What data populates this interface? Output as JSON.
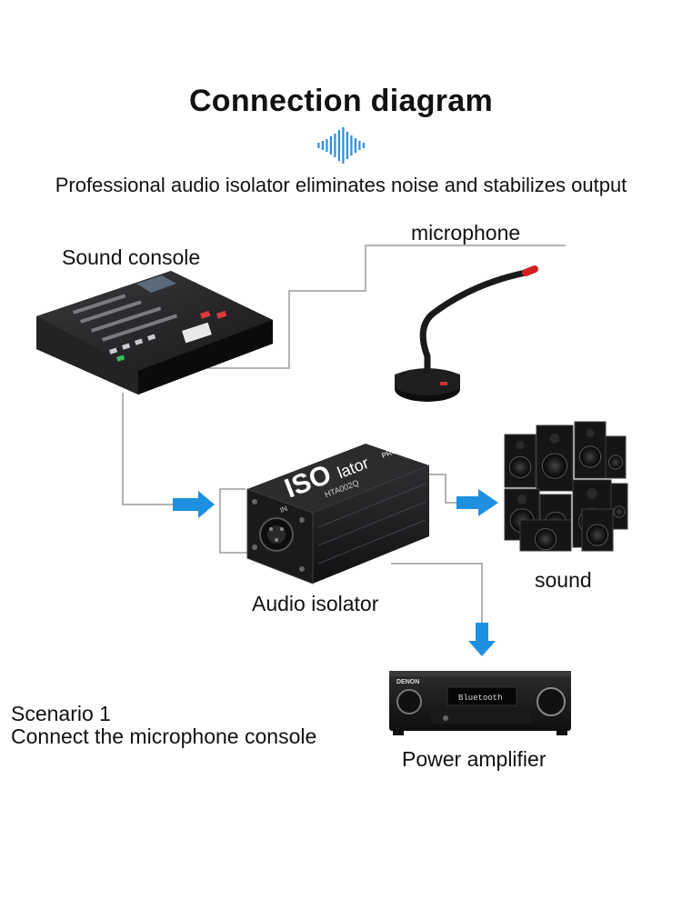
{
  "header": {
    "title": "Connection diagram",
    "subtitle": "Professional audio isolator eliminates noise and stabilizes output"
  },
  "labels": {
    "sound_console": "Sound console",
    "microphone": "microphone",
    "audio_isolator": "Audio isolator",
    "sound": "sound",
    "power_amplifier": "Power amplifier",
    "scenario_line1": "Scenario 1",
    "scenario_line2": "Connect the microphone console"
  },
  "device_text": {
    "isolator_brand_big": "ISO",
    "isolator_brand_small": "lator",
    "isolator_model": "HTA002Q",
    "isolator_pro": "PRO",
    "isolator_in": "IN",
    "amp_brand": "DENON",
    "amp_display": "Bluetooth"
  },
  "colors": {
    "arrow": "#1e90e0",
    "wave": "#2a8fe0",
    "line": "#9a9a9a",
    "device_dark": "#1c1c1e"
  }
}
